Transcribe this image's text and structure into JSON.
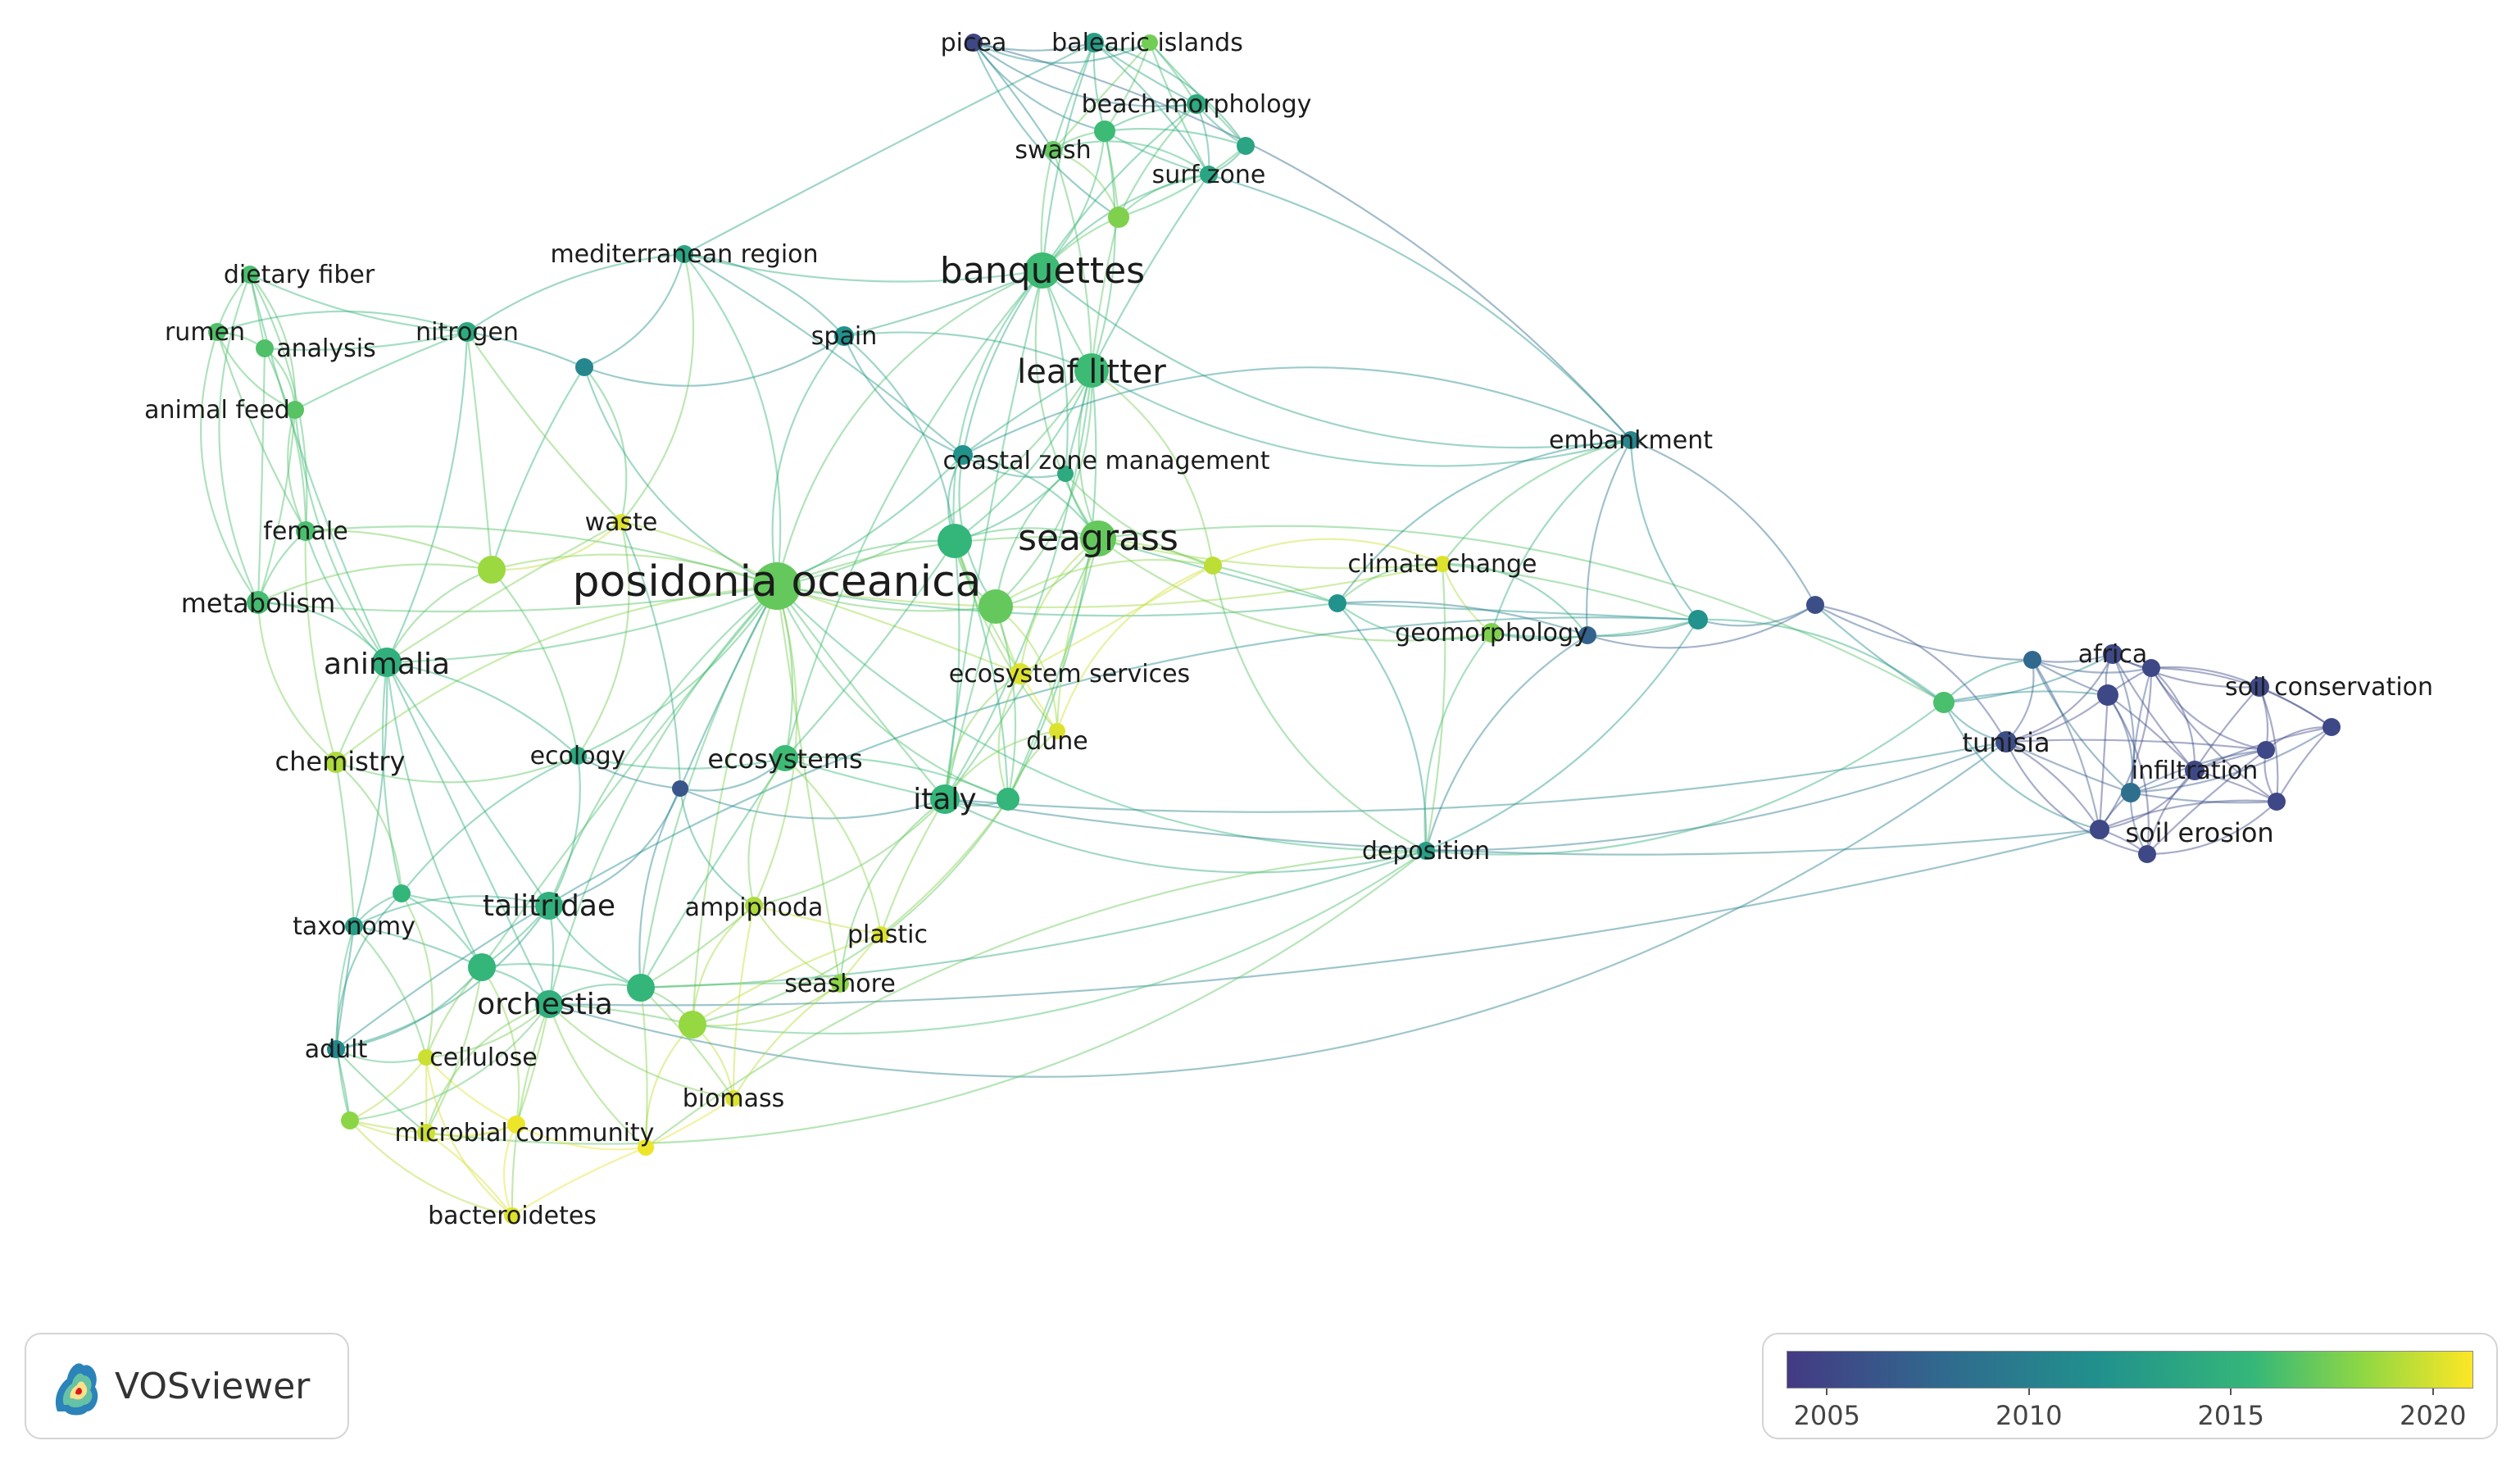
{
  "nodes": [
    {
      "label": "posidonia oceanica",
      "size": 54,
      "year": 2016.0
    },
    {
      "label": "banquettes",
      "size": 40,
      "year": 2014.5
    },
    {
      "label": "leaf litter",
      "size": 38,
      "year": 2014.5
    },
    {
      "label": "seagrass",
      "size": 40,
      "year": 2016.0
    },
    {
      "label": "",
      "size": 38,
      "year": 2014.0
    },
    {
      "label": "",
      "size": 38,
      "year": 2016.0
    },
    {
      "label": "italy",
      "size": 32,
      "year": 2014.0
    },
    {
      "label": "animalia",
      "size": 32,
      "year": 2013.5
    },
    {
      "label": "talitridae",
      "size": 30,
      "year": 2013.5
    },
    {
      "label": "orchestia",
      "size": 30,
      "year": 2013.5
    },
    {
      "label": "",
      "size": 30,
      "year": 2014.0
    },
    {
      "label": "",
      "size": 30,
      "year": 2014.0
    },
    {
      "label": "",
      "size": 30,
      "year": 2017.8
    },
    {
      "label": "",
      "size": 30,
      "year": 2018.0
    },
    {
      "label": "ecosystems",
      "size": 28,
      "year": 2014.5
    },
    {
      "label": "metabolism",
      "size": 24,
      "year": 2014.8
    },
    {
      "label": "dietary fiber",
      "size": 18,
      "year": 2015.0
    },
    {
      "label": "rumen",
      "size": 18,
      "year": 2015.2
    },
    {
      "label": "analysis",
      "size": 18,
      "year": 2015.2
    },
    {
      "label": "nitrogen",
      "size": 20,
      "year": 2013.0
    },
    {
      "label": "animal feed",
      "size": 18,
      "year": 2015.5
    },
    {
      "label": "female",
      "size": 20,
      "year": 2015.0
    },
    {
      "label": "waste",
      "size": 16,
      "year": 2020.0
    },
    {
      "label": "mediterranean region",
      "size": 18,
      "year": 2012.5
    },
    {
      "label": "spain",
      "size": 20,
      "year": 2011.0
    },
    {
      "label": "",
      "size": 18,
      "year": 2010.0
    },
    {
      "label": "coastal zone management",
      "size": 20,
      "year": 2011.0
    },
    {
      "label": "",
      "size": 16,
      "year": 2013.0
    },
    {
      "label": "picea",
      "size": 18,
      "year": 2005.0
    },
    {
      "label": "balearic islands",
      "size": 20,
      "year": 2012.0
    },
    {
      "label": "",
      "size": 16,
      "year": 2016.5
    },
    {
      "label": "beach morphology",
      "size": 20,
      "year": 2013.0
    },
    {
      "label": "",
      "size": 22,
      "year": 2014.5
    },
    {
      "label": "swash",
      "size": 18,
      "year": 2016.0
    },
    {
      "label": "",
      "size": 18,
      "year": 2012.5
    },
    {
      "label": "surf zone",
      "size": 18,
      "year": 2012.5
    },
    {
      "label": "",
      "size": 22,
      "year": 2017.0
    },
    {
      "label": "",
      "size": 18,
      "year": 2019.0
    },
    {
      "label": "ecosystem services",
      "size": 22,
      "year": 2020.0
    },
    {
      "label": "dune",
      "size": 16,
      "year": 2020.0
    },
    {
      "label": "",
      "size": 24,
      "year": 2014.0
    },
    {
      "label": "chemistry",
      "size": 22,
      "year": 2018.5
    },
    {
      "label": "ecology",
      "size": 18,
      "year": 2013.0
    },
    {
      "label": "",
      "size": 16,
      "year": 2006.0
    },
    {
      "label": "taxonomy",
      "size": 18,
      "year": 2012.0
    },
    {
      "label": "",
      "size": 18,
      "year": 2014.0
    },
    {
      "label": "ampiphoda",
      "size": 18,
      "year": 2018.5
    },
    {
      "label": "plastic",
      "size": 16,
      "year": 2020.0
    },
    {
      "label": "seashore",
      "size": 18,
      "year": 2017.5
    },
    {
      "label": "adult",
      "size": 18,
      "year": 2010.0
    },
    {
      "label": "cellulose",
      "size": 16,
      "year": 2019.5
    },
    {
      "label": "biomass",
      "size": 16,
      "year": 2020.0
    },
    {
      "label": "",
      "size": 16,
      "year": 2020.5
    },
    {
      "label": "",
      "size": 18,
      "year": 2017.5
    },
    {
      "label": "microbial community",
      "size": 18,
      "year": 2019.5
    },
    {
      "label": "",
      "size": 18,
      "year": 2020.5
    },
    {
      "label": "bacteroidetes",
      "size": 16,
      "year": 2020.0
    },
    {
      "label": "climate change",
      "size": 16,
      "year": 2020.0
    },
    {
      "label": "geomorphology",
      "size": 20,
      "year": 2017.0
    },
    {
      "label": "",
      "size": 18,
      "year": 2007.0
    },
    {
      "label": "",
      "size": 20,
      "year": 2011.0
    },
    {
      "label": "",
      "size": 18,
      "year": 2011.0
    },
    {
      "label": "embankment",
      "size": 18,
      "year": 2010.0
    },
    {
      "label": "deposition",
      "size": 18,
      "year": 2012.0
    },
    {
      "label": "",
      "size": 18,
      "year": 2005.5
    },
    {
      "label": "",
      "size": 22,
      "year": 2015.0
    },
    {
      "label": "tunisia",
      "size": 22,
      "year": 2005.5
    },
    {
      "label": "",
      "size": 18,
      "year": 2007.5
    },
    {
      "label": "africa",
      "size": 20,
      "year": 2005.0
    },
    {
      "label": "",
      "size": 22,
      "year": 2005.0
    },
    {
      "label": "",
      "size": 18,
      "year": 2005.0
    },
    {
      "label": "soil conservation",
      "size": 20,
      "year": 2005.0
    },
    {
      "label": "",
      "size": 18,
      "year": 2005.0
    },
    {
      "label": "",
      "size": 18,
      "year": 2005.0
    },
    {
      "label": "infiltration",
      "size": 20,
      "year": 2005.0
    },
    {
      "label": "",
      "size": 20,
      "year": 2008.0
    },
    {
      "label": "",
      "size": 18,
      "year": 2005.0
    },
    {
      "label": "soil erosion",
      "size": 20,
      "year": 2005.0
    },
    {
      "label": "",
      "size": 18,
      "year": 2005.0
    }
  ],
  "legend": {
    "ticks": [
      "2005",
      "2010",
      "2015",
      "2020"
    ],
    "range": [
      2004,
      2021
    ]
  },
  "brand": {
    "name": "VOSviewer",
    "icon": "vosviewer-logo-icon"
  },
  "colors": {
    "viridis": [
      "#443a83",
      "#31688e",
      "#21908d",
      "#35b779",
      "#8fd744",
      "#fde725"
    ]
  }
}
